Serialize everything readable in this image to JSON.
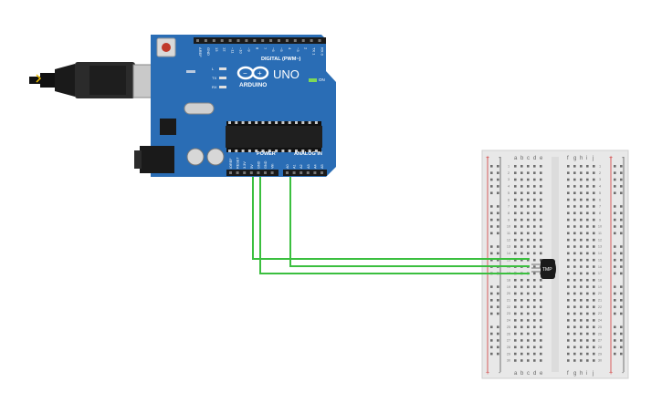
{
  "arduino": {
    "brand": "ARDUINO",
    "model": "UNO",
    "on_label": "ON",
    "digital_header": "DIGITAL (PWM~)",
    "power_header": "POWER",
    "analog_header": "ANALOG IN",
    "led_labels": [
      "L",
      "TX",
      "RX"
    ],
    "power_pins": [
      "IOREF",
      "RESET",
      "3.3V",
      "5V",
      "GND",
      "GND",
      "Vin"
    ],
    "analog_pins": [
      "A0",
      "A1",
      "A2",
      "A3",
      "A4",
      "A5"
    ],
    "digital_pins": [
      "AREF",
      "GND",
      "13",
      "12",
      "~11",
      "~10",
      "~9",
      "8",
      "7",
      "~6",
      "~5",
      "4",
      "~3",
      "2",
      "TX 1",
      "RX 0"
    ]
  },
  "breadboard": {
    "columns_left": [
      "a",
      "b",
      "c",
      "d",
      "e"
    ],
    "columns_right": [
      "f",
      "g",
      "h",
      "i",
      "j"
    ],
    "row_numbers": [
      "1",
      "2",
      "3",
      "4",
      "5",
      "6",
      "7",
      "8",
      "9",
      "10",
      "11",
      "12",
      "13",
      "14",
      "15",
      "16",
      "17",
      "18",
      "19",
      "20",
      "21",
      "22",
      "23",
      "24",
      "25",
      "26",
      "27",
      "28",
      "29",
      "30"
    ],
    "rail_plus": "+",
    "rail_minus": "-"
  },
  "sensor": {
    "label": "TMP"
  },
  "colors": {
    "board": "#2a6db5",
    "board_dark": "#1f5a99",
    "wire": "#3bbf3f",
    "breadboard": "#e8e8e8",
    "rail_red": "#d23a3a",
    "rail_blue": "#555555"
  }
}
